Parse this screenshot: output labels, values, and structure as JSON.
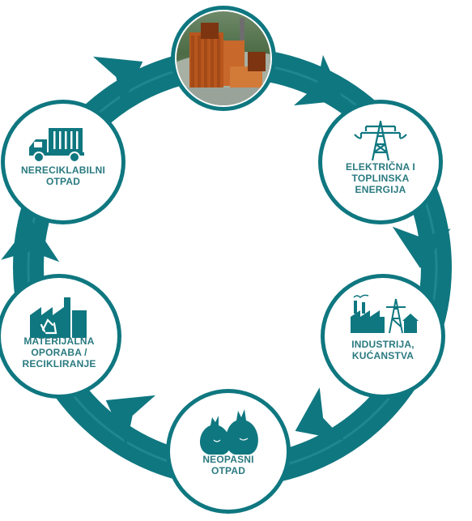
{
  "colors": {
    "teal": "#0f7780",
    "teal_light": "#2d9aa1",
    "label": "#2a7a80",
    "brick": "#b8561d",
    "brick_dark": "#7c3510",
    "white": "#ffffff"
  },
  "nodes": [
    {
      "id": "plant",
      "icon": "waste-to-energy-plant",
      "lines": []
    },
    {
      "id": "energy",
      "icon": "power-pylon-icon",
      "lines": [
        "ELEKTRIČNA I",
        "TOPLINSKA",
        "ENERGIJA"
      ]
    },
    {
      "id": "industry",
      "icon": "factory-and-house-icon",
      "lines": [
        "INDUSTRIJA,",
        "KUĆANSTVA"
      ]
    },
    {
      "id": "waste",
      "icon": "garbage-bags-icon",
      "lines": [
        "NEOPASNI",
        "OTPAD"
      ]
    },
    {
      "id": "recycling",
      "icon": "recycling-factory-icon",
      "lines": [
        "MATERIJALNA",
        "OPORABA /",
        "RECIKLIRANJE"
      ]
    },
    {
      "id": "nonrecyclable",
      "icon": "garbage-truck-icon",
      "lines": [
        "NERECIKLABILNI",
        "OTPAD"
      ]
    }
  ]
}
